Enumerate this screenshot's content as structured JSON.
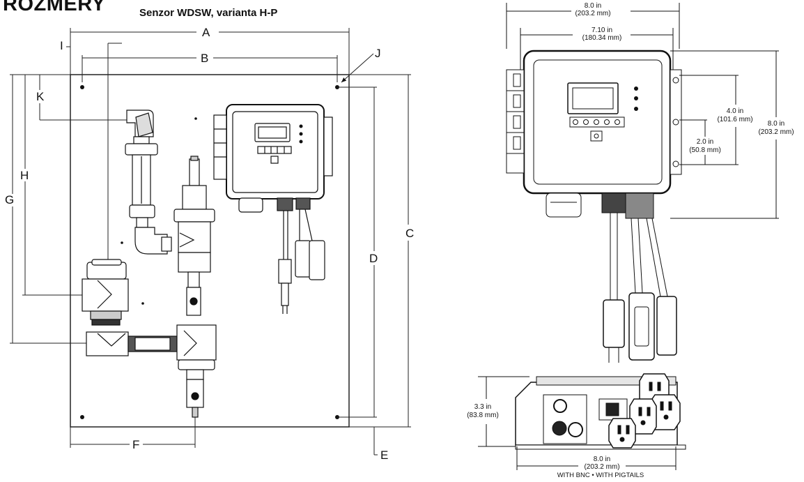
{
  "header": {
    "title": "ROZMERY",
    "subtitle": "Senzor WDSW, varianta H-P"
  },
  "left_dims": {
    "A": "A",
    "B": "B",
    "C": "C",
    "D": "D",
    "E": "E",
    "F": "F",
    "G": "G",
    "H": "H",
    "I": "I",
    "J": "J",
    "K": "K"
  },
  "front_view": {
    "overall_width": {
      "in": "8.0 in",
      "mm": "(203.2 mm)"
    },
    "mount_width": {
      "in": "7.10 in",
      "mm": "(180.34 mm)"
    },
    "mount_height": {
      "in": "4.0 in",
      "mm": "(101.6 mm)"
    },
    "half_height": {
      "in": "2.0 in",
      "mm": "(50.8 mm)"
    },
    "overall_height": {
      "in": "8.0 in",
      "mm": "(203.2 mm)"
    }
  },
  "bottom_view": {
    "depth": {
      "in": "3.3 in",
      "mm": "(83.8 mm)"
    },
    "width": {
      "in": "8.0 in",
      "mm": "(203.2 mm)"
    },
    "caption": "WITH BNC • WITH PIGTAILS"
  }
}
